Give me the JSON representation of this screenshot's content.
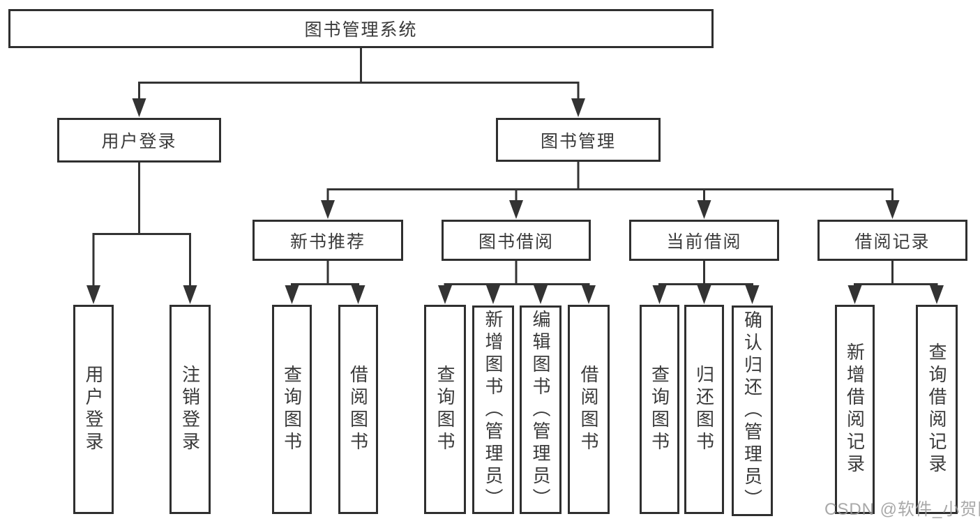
{
  "diagram": {
    "type": "hierarchy-tree",
    "title": "图书管理系统",
    "nodes": {
      "root": "图书管理系统",
      "user_login": "用户登录",
      "book_mgmt": "图书管理",
      "new_book_rec": "新书推荐",
      "book_borrow": "图书借阅",
      "current_borrow": "当前借阅",
      "borrow_records": "借阅记录",
      "leaf_user_login": "用户登录",
      "leaf_logout": "注销登录",
      "leaf_new_query": "查询图书",
      "leaf_new_borrow": "借阅图书",
      "leaf_borrow_query": "查询图书",
      "leaf_borrow_add": "新增图书（管理员）",
      "leaf_borrow_edit": "编辑图书（管理员）",
      "leaf_borrow_borrow": "借阅图书",
      "leaf_current_query": "查询图书",
      "leaf_current_return": "归还图书",
      "leaf_current_confirm": "确认归还（管理员）",
      "leaf_record_add": "新增借阅记录",
      "leaf_record_query": "查询借阅记录"
    },
    "hierarchy": [
      {
        "parent": "图书管理系统",
        "children": [
          "用户登录",
          "图书管理"
        ]
      },
      {
        "parent": "用户登录",
        "children": [
          "用户登录",
          "注销登录"
        ]
      },
      {
        "parent": "图书管理",
        "children": [
          "新书推荐",
          "图书借阅",
          "当前借阅",
          "借阅记录"
        ]
      },
      {
        "parent": "新书推荐",
        "children": [
          "查询图书",
          "借阅图书"
        ]
      },
      {
        "parent": "图书借阅",
        "children": [
          "查询图书",
          "新增图书（管理员）",
          "编辑图书（管理员）",
          "借阅图书"
        ]
      },
      {
        "parent": "当前借阅",
        "children": [
          "查询图书",
          "归还图书",
          "确认归还（管理员）"
        ]
      },
      {
        "parent": "借阅记录",
        "children": [
          "新增借阅记录",
          "查询借阅记录"
        ]
      }
    ],
    "watermark": "CSDN @软件_小贺同学"
  },
  "colors": {
    "line": "#333333",
    "box_border": "#2f2f2f",
    "box_bg": "#ffffff",
    "text": "#3a3a3a",
    "watermark": "#9a9a9a",
    "background": "#ffffff"
  }
}
